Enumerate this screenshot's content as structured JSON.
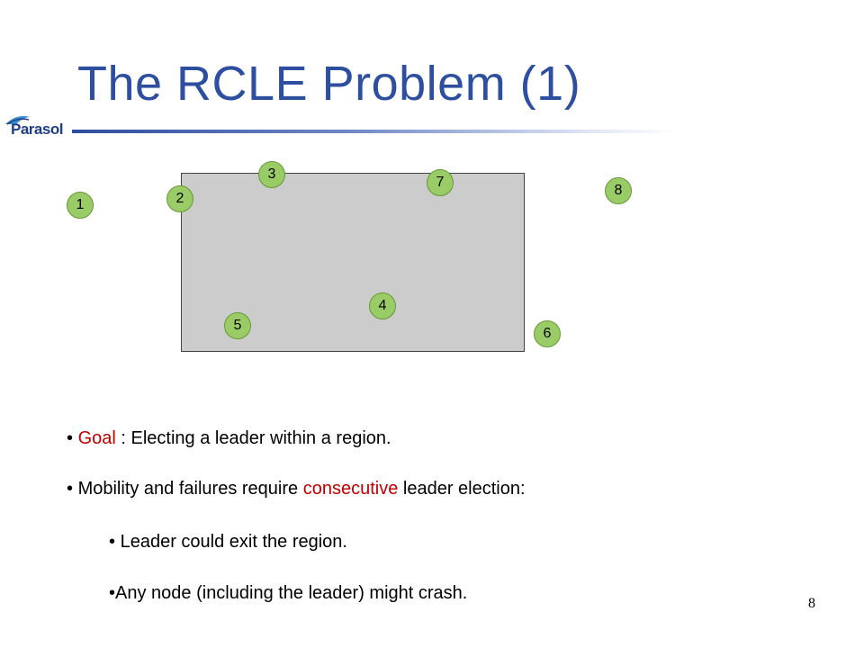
{
  "slide": {
    "title": "The RCLE Problem (1)",
    "page_number": "8"
  },
  "logo": {
    "text": "Parasol",
    "icon": "parasol-logo-icon"
  },
  "diagram": {
    "nodes": [
      "1",
      "2",
      "3",
      "4",
      "5",
      "6",
      "7",
      "8"
    ]
  },
  "bullets": {
    "goal": {
      "bullet": "•",
      "highlight": "Goal",
      "rest": " : Electing a leader within a region."
    },
    "mobility": {
      "bullet": "•",
      "before": "Mobility and failures require ",
      "highlight": "consecutive",
      "after": " leader election:"
    },
    "sub1": {
      "bullet": "•",
      "text": "Leader could exit the region."
    },
    "sub2": {
      "bullet": "•",
      "text": "Any node (including the leader) might crash."
    }
  },
  "colors": {
    "title": "#2e4fa0",
    "highlight": "#c00000",
    "node_fill": "#99cc66",
    "region_fill": "#cccccc"
  }
}
